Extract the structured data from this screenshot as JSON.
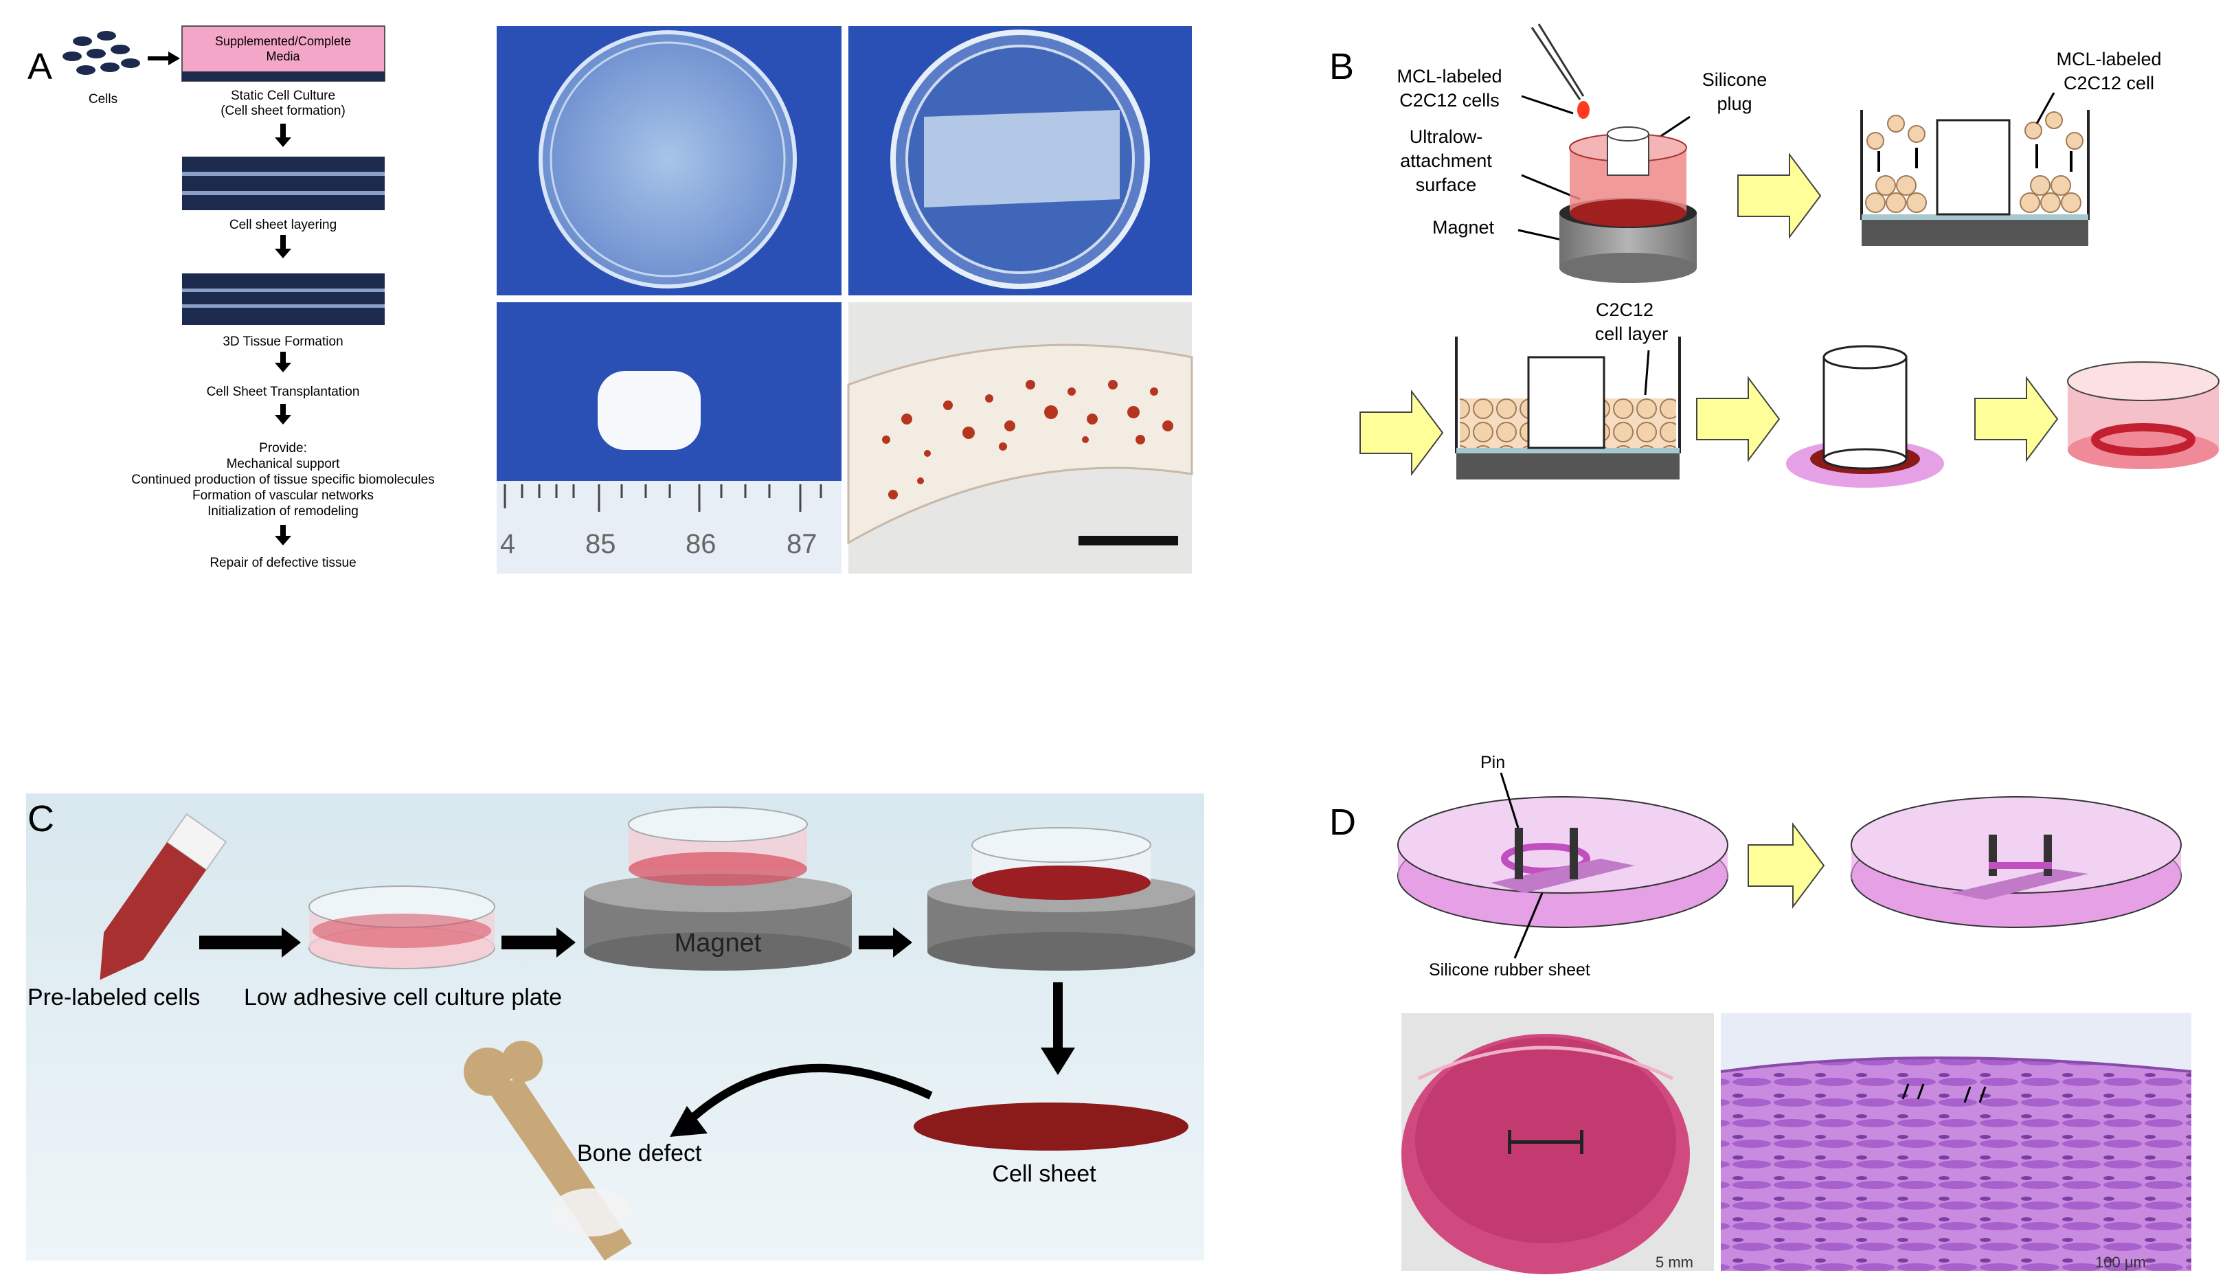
{
  "panelA": {
    "letter": "A",
    "cells_label": "Cells",
    "media_label_1": "Supplemented/Complete",
    "media_label_2": "Media",
    "static_culture_1": "Static Cell Culture",
    "static_culture_2": "(Cell sheet formation)",
    "layering": "Cell sheet layering",
    "tissue_formation": "3D Tissue Formation",
    "transplantation": "Cell Sheet Transplantation",
    "provide": "Provide:",
    "provide_items": [
      "Mechanical support",
      "Continued production of tissue specific biomolecules",
      "Formation of vascular networks",
      "Initialization of remodeling"
    ],
    "repair": "Repair of defective tissue",
    "ruler_ticks": [
      "4",
      "85",
      "86",
      "87"
    ]
  },
  "panelB": {
    "letter": "B",
    "mcl_cells_1": "MCL-labeled",
    "mcl_cells_2": "C2C12 cells",
    "silicone_plug_1": "Silicone",
    "silicone_plug_2": "plug",
    "ultralow_1": "Ultralow-",
    "ultralow_2": "attachment",
    "ultralow_3": "surface",
    "magnet": "Magnet",
    "mcl_cell_1": "MCL-labeled",
    "mcl_cell_2": "C2C12 cell",
    "layer_1": "C2C12",
    "layer_2": "cell layer"
  },
  "panelC": {
    "letter": "C",
    "prelabeled": "Pre-labeled cells",
    "low_adhesive": "Low adhesive cell culture plate",
    "magnet": "Magnet",
    "bone_defect": "Bone defect",
    "cell_sheet": "Cell sheet"
  },
  "panelD": {
    "letter": "D",
    "pin": "Pin",
    "rubber_sheet": "Silicone rubber sheet",
    "scale_left": "5 mm",
    "scale_right": "100 μm"
  },
  "colors": {
    "pink_media": "#f4a6c8",
    "petri_blue": "#2a4fb5",
    "arrow_yellow": "#ffff99",
    "magenta_dish": "#e6a0e6",
    "dark_red": "#8b1a1a",
    "tissue_purple": "#b05cd0",
    "bone": "#c8a878"
  }
}
